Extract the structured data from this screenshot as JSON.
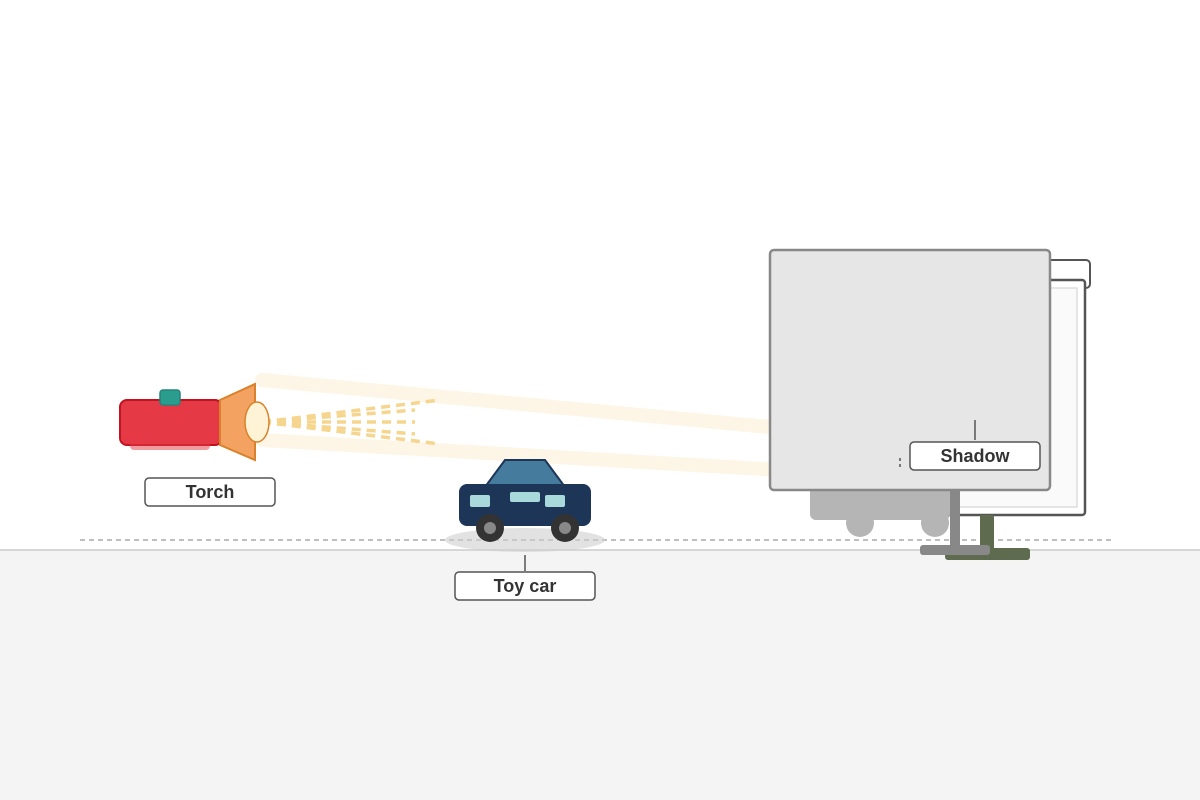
{
  "labels": {
    "torch": "Torch",
    "toy_car": "Toy car",
    "shadow": "Shadow"
  },
  "icons": {
    "torch": "torch-icon",
    "car": "toy-car-icon",
    "screen": "screen-board-icon"
  },
  "colors": {
    "torch_body": "#E63946",
    "torch_switch": "#2A9D8F",
    "torch_head": "#F4A261",
    "light_beam": "#F6D58E",
    "car_body": "#1D3557",
    "car_roof": "#457B9D",
    "car_windows": "#A8DADC",
    "shadow": "#B5B5B5",
    "screen_fill": "#E6E6E6",
    "ground": "#F4F4F4"
  }
}
